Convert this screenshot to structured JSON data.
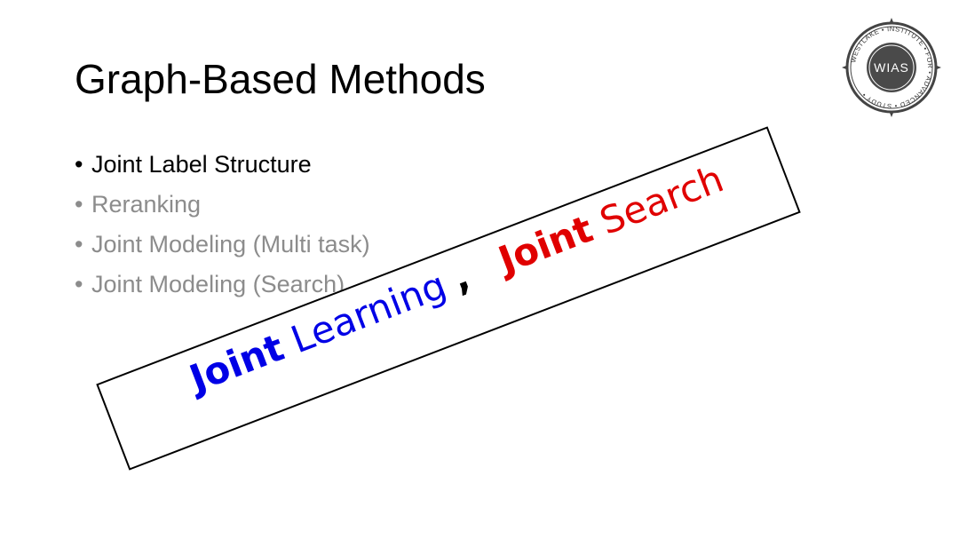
{
  "slide": {
    "title": "Graph-Based Methods",
    "bullets": [
      {
        "text": "Joint Label Structure",
        "active": true
      },
      {
        "text": "Reranking",
        "active": false
      },
      {
        "text": "Joint Modeling (Multi task)",
        "active": false
      },
      {
        "text": "Joint Modeling (Search)",
        "active": false
      }
    ]
  },
  "banner": {
    "part1_bold": "Joint",
    "part1_rest": " Learning",
    "separator": ",",
    "part2_bold": "Joint",
    "part2_rest": " Search",
    "colors": {
      "left": "#0000e6",
      "right": "#e00000"
    }
  },
  "logo": {
    "center_text": "WIAS",
    "ring_text": "WESTLAKE • INSTITUTE • FOR • ADVANCED • STUDY •"
  }
}
